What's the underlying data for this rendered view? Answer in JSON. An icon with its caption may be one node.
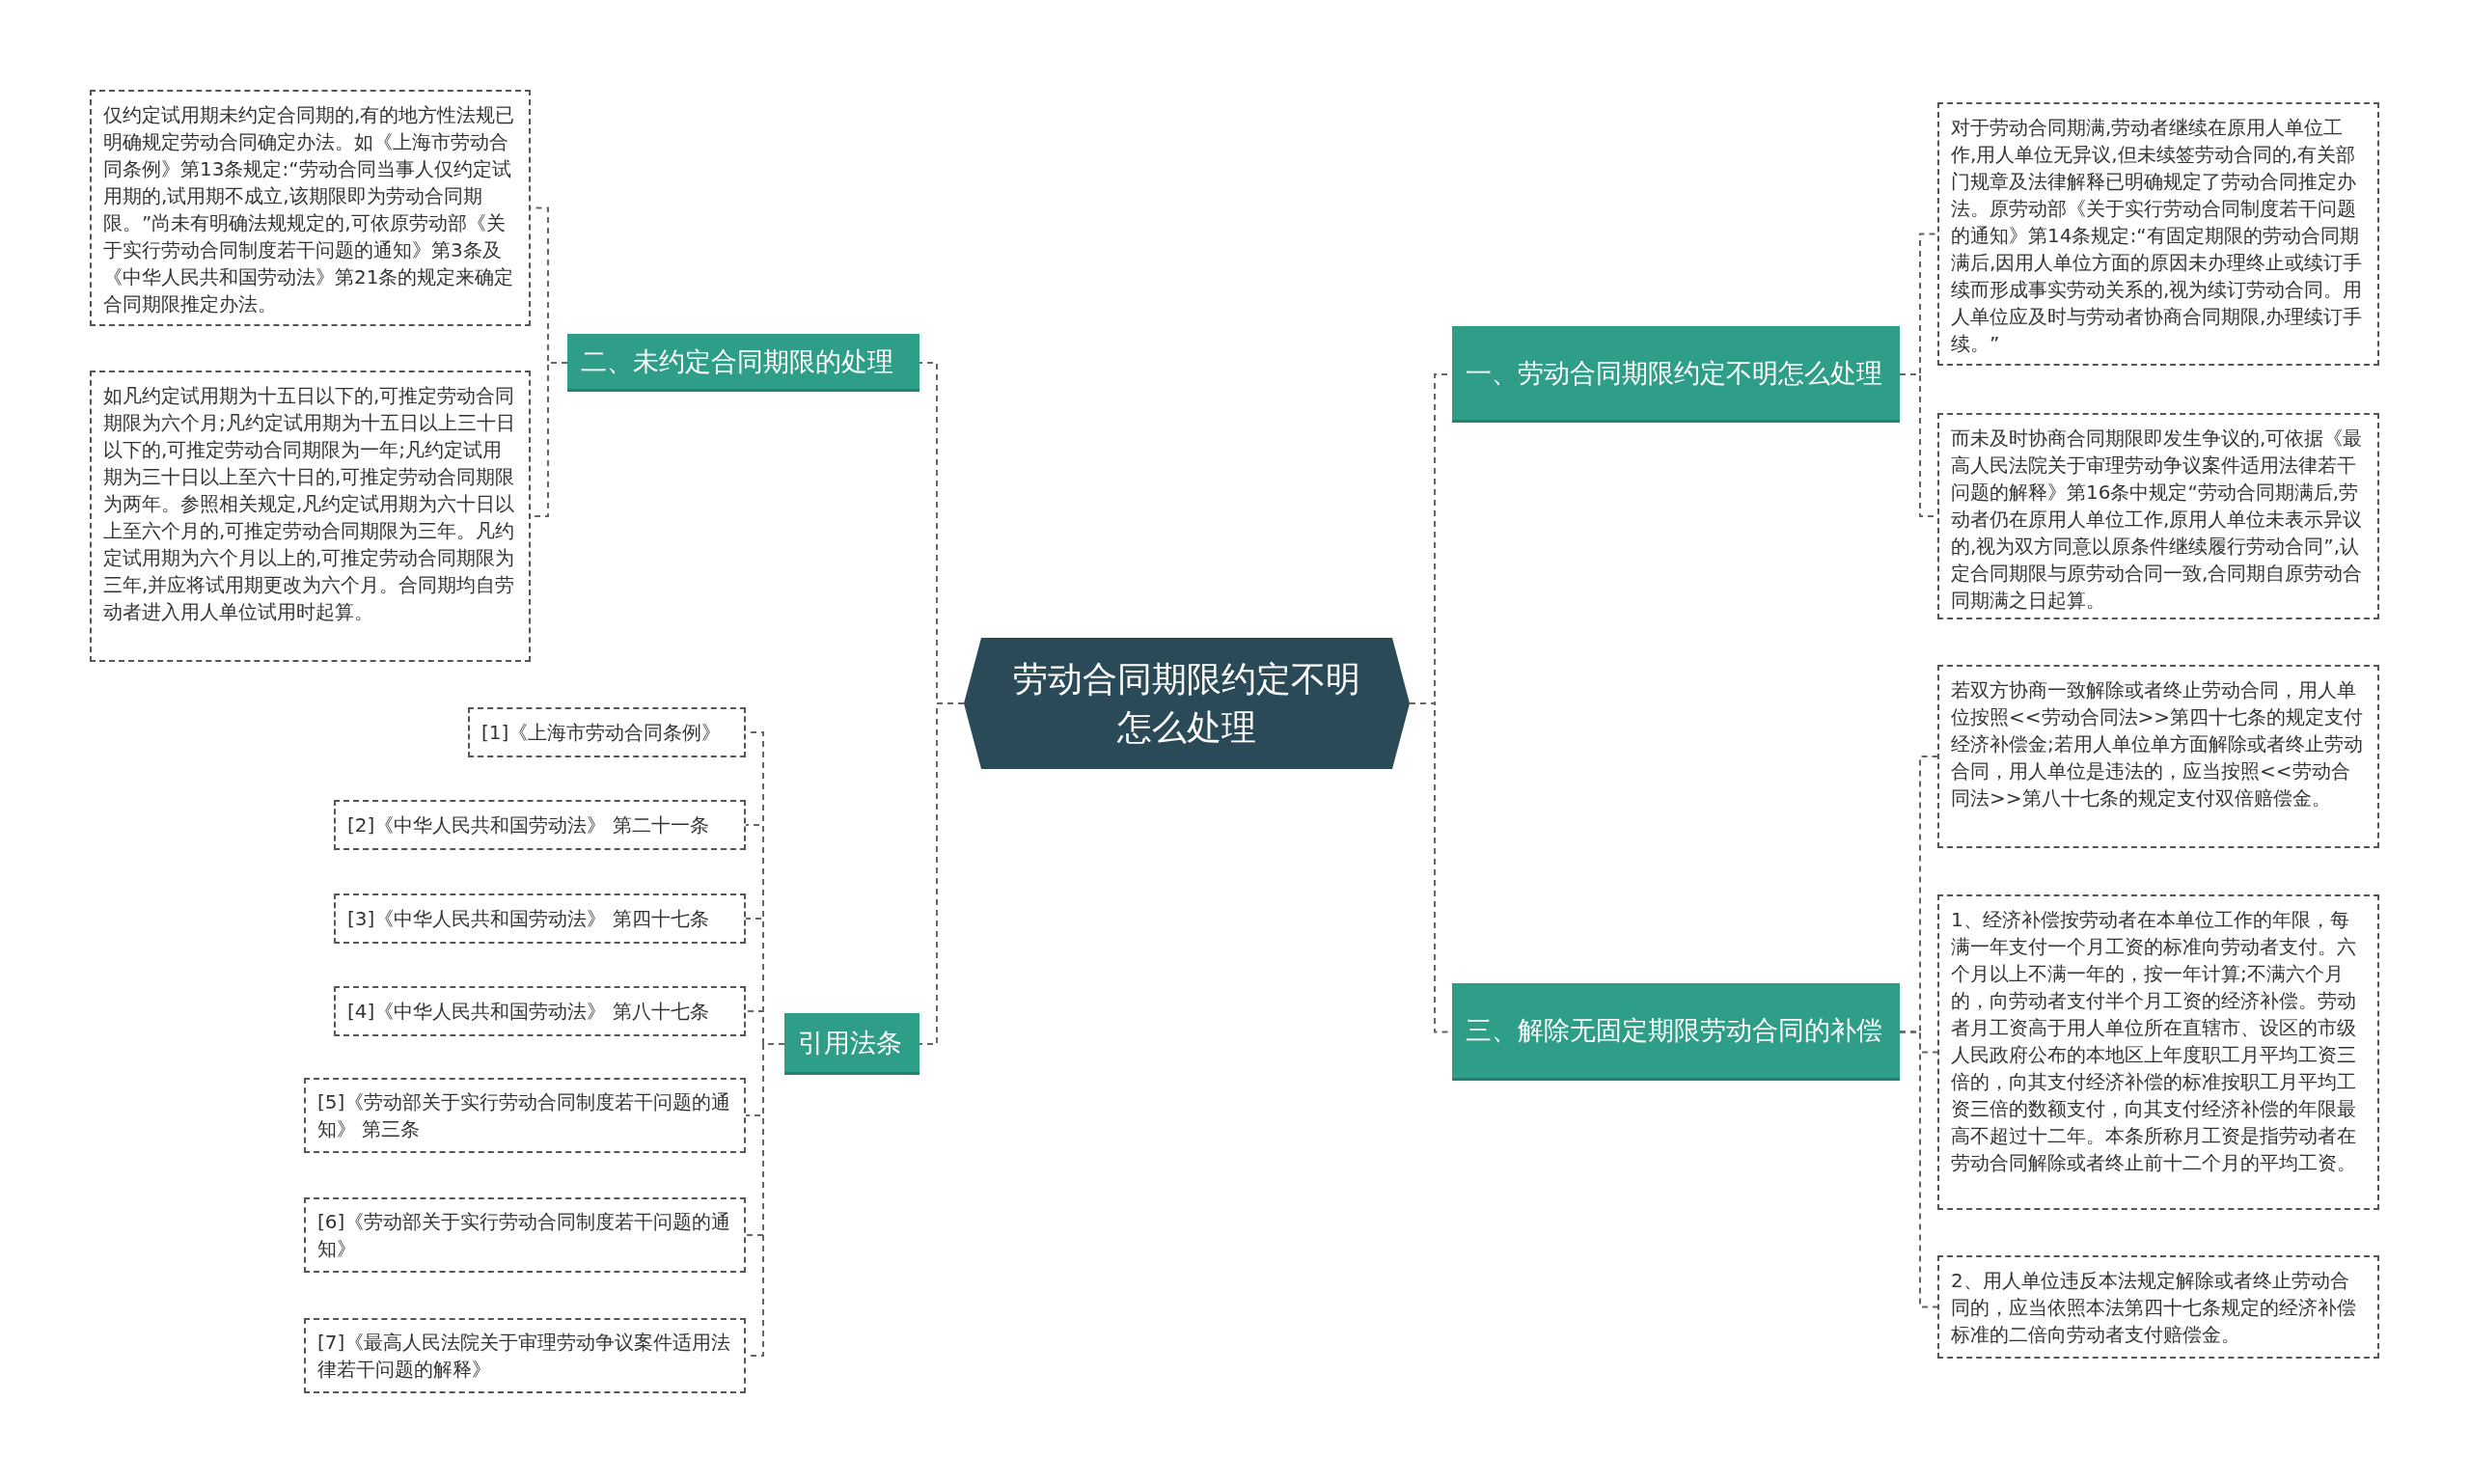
{
  "diagram": {
    "nodes": [
      {
        "text": [
          "劳动合同期限约定不明怎么处理"
        ]
      },
      {
        "text": [
          "二、未约定合同期限的处理"
        ]
      },
      {
        "text": [
          "仅约定试用期未约定合同期的,有的地方性法规已明确规定劳动合同确定办法。如《上海市劳动合同条例》第13条规定:“劳动合同当事人仅约定试用期的,试用期不成立,该期限即为劳动合同期限。”尚未有明确法规规定的,可依原劳动部《关于实行劳动合同制度若干问题的通知》第3条及《中华人民共和国劳动法》第21条的规定来确定合同期限推定办法。"
        ]
      },
      {
        "text": [
          "如凡约定试用期为十五日以下的,可推定劳动合同期限为六个月;凡约定试用期为十五日以上三十日以下的,可推定劳动合同期限为一年;凡约定试用期为三十日以上至六十日的,可推定劳动合同期限为两年。参照相关规定,凡约定试用期为六十日以上至六个月的,可推定劳动合同期限为三年。凡约定试用期为六个月以上的,可推定劳动合同期限为三年,并应将试用期更改为六个月。合同期均自劳动者进入用人单位试用时起算。"
        ]
      },
      {
        "text": [
          "引用法条"
        ]
      },
      {
        "text": [
          "[1]《上海市劳动合同条例》"
        ]
      },
      {
        "text": [
          "[2]《中华人民共和国劳动法》 第二十一条"
        ]
      },
      {
        "text": [
          "[3]《中华人民共和国劳动法》 第四十七条"
        ]
      },
      {
        "text": [
          "[4]《中华人民共和国劳动法》 第八十七条"
        ]
      },
      {
        "text": [
          "[5]《劳动部关于实行劳动合同制度若干问题的通知》 第三条"
        ]
      },
      {
        "text": [
          "[6]《劳动部关于实行劳动合同制度若干问题的通知》"
        ]
      },
      {
        "text": [
          "[7]《最高人民法院关于审理劳动争议案件适用法律若干问题的解释》"
        ]
      },
      {
        "text": [
          "一、劳动合同期限约定不明怎么处理"
        ]
      },
      {
        "text": [
          "对于劳动合同期满,劳动者继续在原用人单位工作,用人单位无异议,但未续签劳动合同的,有关部门规章及法律解释已明确规定了劳动合同推定办法。原劳动部《关于实行劳动合同制度若干问题的通知》第14条规定:“有固定期限的劳动合同期满后,因用人单位方面的原因未办理终止或续订手续而形成事实劳动关系的,视为续订劳动合同。用人单位应及时与劳动者协商合同期限,办理续订手续。”"
        ]
      },
      {
        "text": [
          "而未及时协商合同期限即发生争议的,可依据《最高人民法院关于审理劳动争议案件适用法律若干问题的解释》第16条中规定“劳动合同期满后,劳动者仍在原用人单位工作,原用人单位未表示异议的,视为双方同意以原条件继续履行劳动合同”,认定合同期限与原劳动合同一致,合同期自原劳动合同期满之日起算。"
        ]
      },
      {
        "text": [
          "三、解除无固定期限劳动合同的补偿"
        ]
      },
      {
        "text": [
          "若双方协商一致解除或者终止劳动合同，用人单位按照<<劳动合同法>>第四十七条的规定支付经济补偿金;若用人单位单方面解除或者终止劳动合同，用人单位是违法的，应当按照<<劳动合同法>>第八十七条的规定支付双倍赔偿金。"
        ]
      },
      {
        "text": [
          "1、经济补偿按劳动者在本单位工作的年限，每满一年支付一个月工资的标准向劳动者支付。六个月以上不满一年的，按一年计算;不满六个月的，向劳动者支付半个月工资的经济补偿。劳动者月工资高于用人单位所在直辖市、设区的市级人民政府公布的本地区上年度职工月平均工资三倍的，向其支付经济补偿的标准按职工月平均工资三倍的数额支付，向其支付经济补偿的年限最高不超过十二年。本条所称月工资是指劳动者在劳动合同解除或者终止前十二个月的平均工资。"
        ]
      },
      {
        "text": [
          "2、用人单位违反本法规定解除或者终止劳动合同的，应当依照本法第四十七条规定的经济补偿标准的二倍向劳动者支付赔偿金。"
        ]
      }
    ],
    "edges": [
      {
        "from": 0,
        "to": 1,
        "arrow": "none"
      },
      {
        "from": 1,
        "to": 2,
        "arrow": "none"
      },
      {
        "from": 1,
        "to": 3,
        "arrow": "none"
      },
      {
        "from": 0,
        "to": 4,
        "arrow": "none"
      },
      {
        "from": 4,
        "to": 5,
        "arrow": "none"
      },
      {
        "from": 4,
        "to": 6,
        "arrow": "none"
      },
      {
        "from": 4,
        "to": 7,
        "arrow": "none"
      },
      {
        "from": 4,
        "to": 8,
        "arrow": "none"
      },
      {
        "from": 4,
        "to": 9,
        "arrow": "none"
      },
      {
        "from": 4,
        "to": 10,
        "arrow": "none"
      },
      {
        "from": 4,
        "to": 11,
        "arrow": "none"
      },
      {
        "from": 0,
        "to": 12,
        "arrow": "none"
      },
      {
        "from": 12,
        "to": 13,
        "arrow": "none"
      },
      {
        "from": 12,
        "to": 14,
        "arrow": "none"
      },
      {
        "from": 0,
        "to": 15,
        "arrow": "none"
      },
      {
        "from": 15,
        "to": 16,
        "arrow": "none"
      },
      {
        "from": 15,
        "to": 17,
        "arrow": "none"
      },
      {
        "from": 15,
        "to": 18,
        "arrow": "none"
      }
    ]
  }
}
